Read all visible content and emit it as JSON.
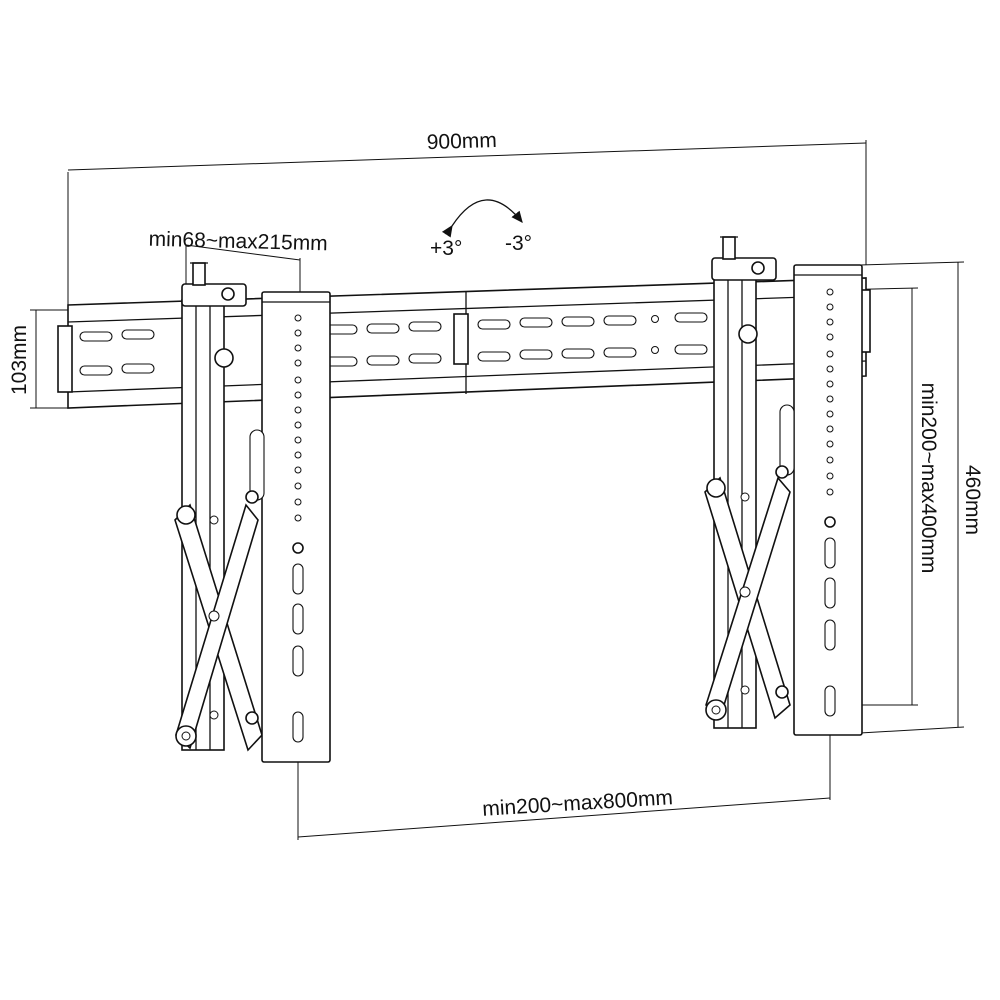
{
  "dimensions": {
    "total_width": "900mm",
    "bracket_depth": "min68~max215mm",
    "rail_height": "103mm",
    "overall_height": "460mm",
    "vertical_hole_span": "min200~max400mm",
    "horizontal_hole_span": "min200~max800mm"
  },
  "tilt": {
    "plus": "+3°",
    "minus": "-3°"
  }
}
